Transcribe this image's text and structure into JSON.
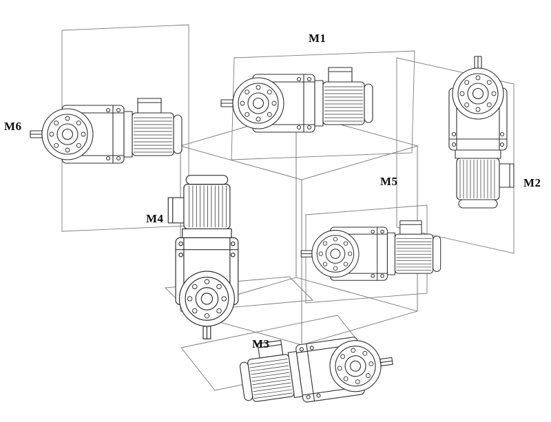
{
  "colors": {
    "background": "#ffffff",
    "line": "#2b2b2b",
    "cube_line": "#6a6a6a",
    "plane_line": "#7a7a7a"
  },
  "diagram": {
    "labels": [
      {
        "id": "m1",
        "text": "M1"
      },
      {
        "id": "m2",
        "text": "M2"
      },
      {
        "id": "m3",
        "text": "M3"
      },
      {
        "id": "m4",
        "text": "M4"
      },
      {
        "id": "m5",
        "text": "M5"
      },
      {
        "id": "m6",
        "text": "M6"
      }
    ],
    "figures": [
      {
        "name": "gear-motor-m1-drawing"
      },
      {
        "name": "gear-motor-m2-drawing"
      },
      {
        "name": "gear-motor-m3-drawing"
      },
      {
        "name": "gear-motor-m4-drawing"
      },
      {
        "name": "gear-motor-m5-drawing"
      },
      {
        "name": "gear-motor-m6-drawing"
      }
    ]
  }
}
